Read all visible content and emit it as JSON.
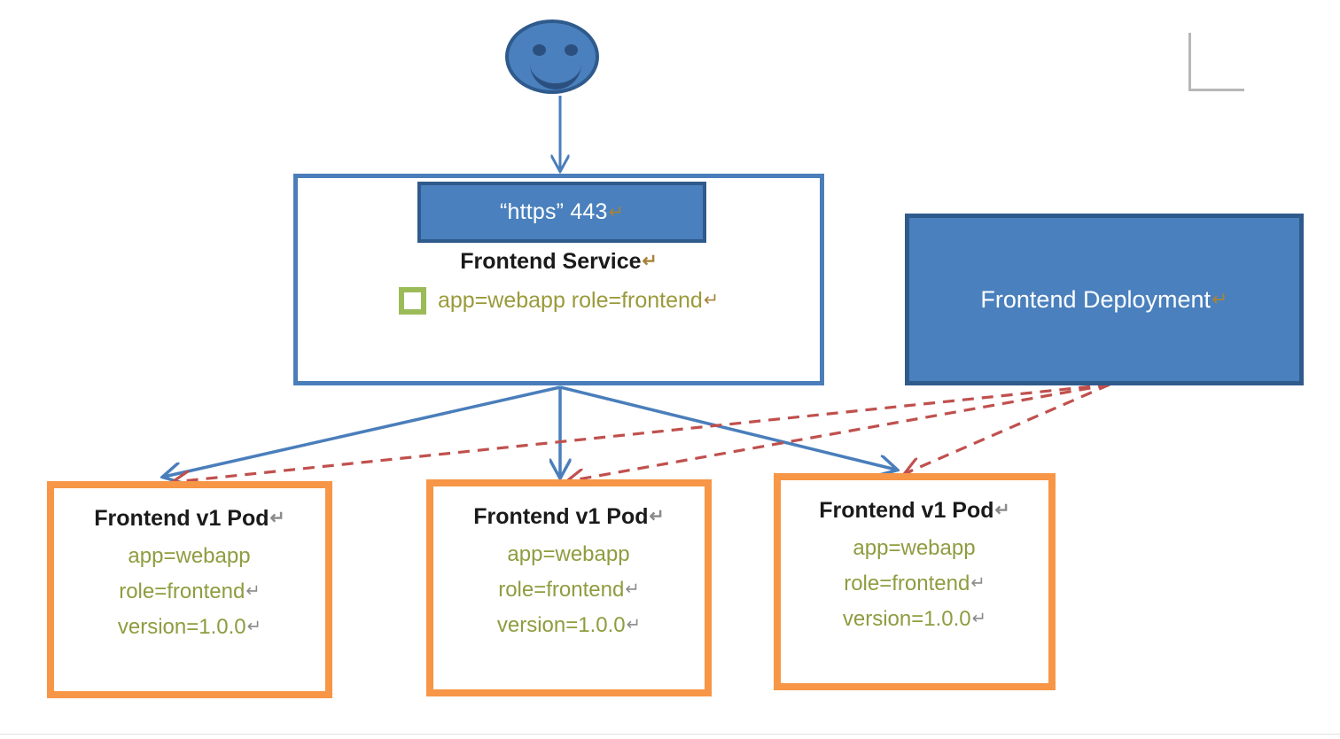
{
  "diagram": {
    "title": "Kubernetes Frontend Service and Deployment",
    "colors": {
      "service_border": "#4A7EBB",
      "port_chip_fill": "#4A80BD",
      "port_chip_border": "#2F5A8C",
      "deployment_fill": "#4A80BD",
      "deployment_border": "#2F5A8C",
      "pod_border": "#F79646",
      "selector_swatch": "#9BBB59",
      "label_text": "#8F9C3F",
      "service_arrow": "#4A7EBB",
      "deployment_arrow": "#C0504D",
      "actor_fill": "#4A80BD",
      "actor_border": "#2F5A8C"
    }
  },
  "actor": {
    "name": "user",
    "icon": "smiley-face-icon"
  },
  "service": {
    "port_chip": "“https” 443",
    "port_chip_cr": "↵",
    "title": "Frontend Service",
    "title_cr": "↵",
    "selector_icon": "green-square-selector-icon",
    "selector": "app=webapp role=frontend",
    "selector_cr": "↵"
  },
  "deployment": {
    "title": "Frontend Deployment",
    "title_cr": "↵"
  },
  "pods": [
    {
      "title": "Frontend v1 Pod",
      "title_cr": "↵",
      "labels": [
        {
          "text": "app=webapp",
          "cr": ""
        },
        {
          "text": "role=frontend",
          "cr": "↵"
        },
        {
          "text": "version=1.0.0",
          "cr": "↵"
        }
      ]
    },
    {
      "title": "Frontend v1 Pod",
      "title_cr": "↵",
      "labels": [
        {
          "text": "app=webapp",
          "cr": ""
        },
        {
          "text": "role=frontend",
          "cr": "↵"
        },
        {
          "text": "version=1.0.0",
          "cr": "↵"
        }
      ]
    },
    {
      "title": "Frontend v1 Pod",
      "title_cr": "↵",
      "labels": [
        {
          "text": "app=webapp",
          "cr": ""
        },
        {
          "text": "role=frontend",
          "cr": "↵"
        },
        {
          "text": "version=1.0.0",
          "cr": "↵"
        }
      ]
    }
  ]
}
